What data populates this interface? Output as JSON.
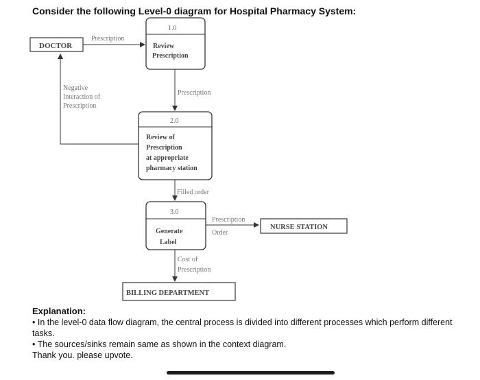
{
  "heading": "Consider the following Level-0 diagram for Hospital Pharmacy System:",
  "diagram": {
    "entities": {
      "doctor": "DOCTOR",
      "nurse": "NURSE STATION",
      "billing": "BILLING DEPARTMENT"
    },
    "processes": {
      "p1": {
        "id": "1.0",
        "lines": [
          "Review",
          "Prescription"
        ]
      },
      "p2": {
        "id": "2.0",
        "lines": [
          "Review of",
          "Prescription",
          "at appropriate",
          "pharmacy station"
        ]
      },
      "p3": {
        "id": "3.0",
        "lines": [
          "Generate",
          "Label"
        ]
      }
    },
    "flows": {
      "doctor_to_p1": "Prescription",
      "p1_to_p2": "Prescription",
      "p2_to_doctor": [
        "Negative",
        "Interaction of",
        "Prescription"
      ],
      "p2_to_p3": "Filled order",
      "p3_to_nurse": [
        "Prescription",
        "Order"
      ],
      "p3_to_billing": [
        "Cost of",
        "Prescription"
      ]
    }
  },
  "explanation": {
    "title": "Explanation:",
    "bullets": [
      "• In the level-0 data flow diagram, the central process is divided into different processes which perform different tasks.",
      "• The sources/sinks remain same as shown in the context diagram."
    ],
    "closing": "Thank you. please upvote."
  }
}
